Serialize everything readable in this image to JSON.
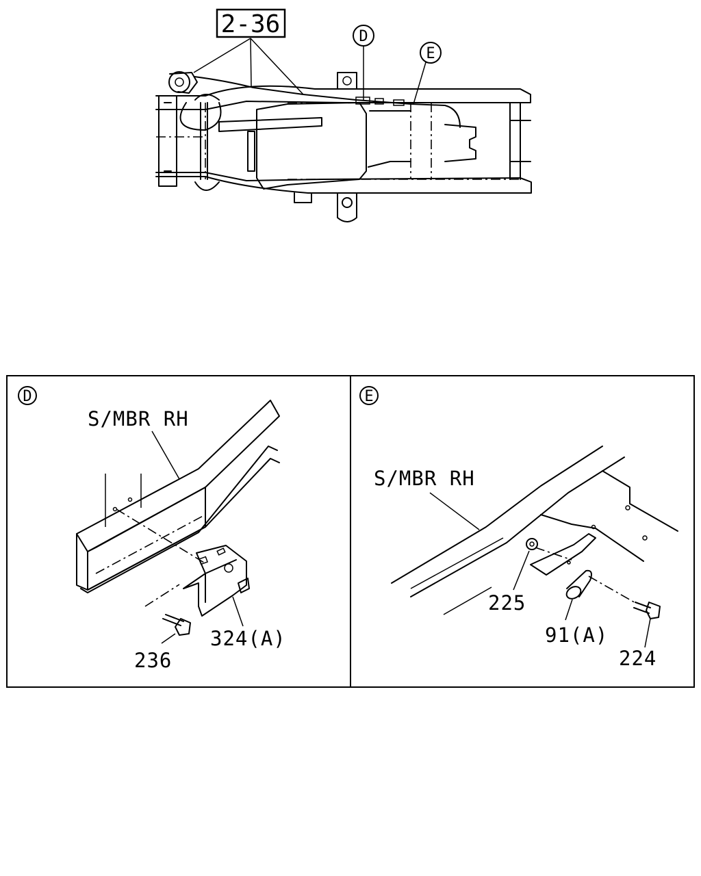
{
  "overview": {
    "ref_box": "2-36",
    "callout_d": "D",
    "callout_e": "E"
  },
  "panel_d": {
    "badge": "D",
    "member_label": "S/MBR RH",
    "parts": {
      "bracket": "324(A)",
      "bolt": "236"
    }
  },
  "panel_e": {
    "badge": "E",
    "member_label": "S/MBR RH",
    "parts": {
      "nut": "225",
      "clip": "91(A)",
      "bolt": "224"
    }
  }
}
